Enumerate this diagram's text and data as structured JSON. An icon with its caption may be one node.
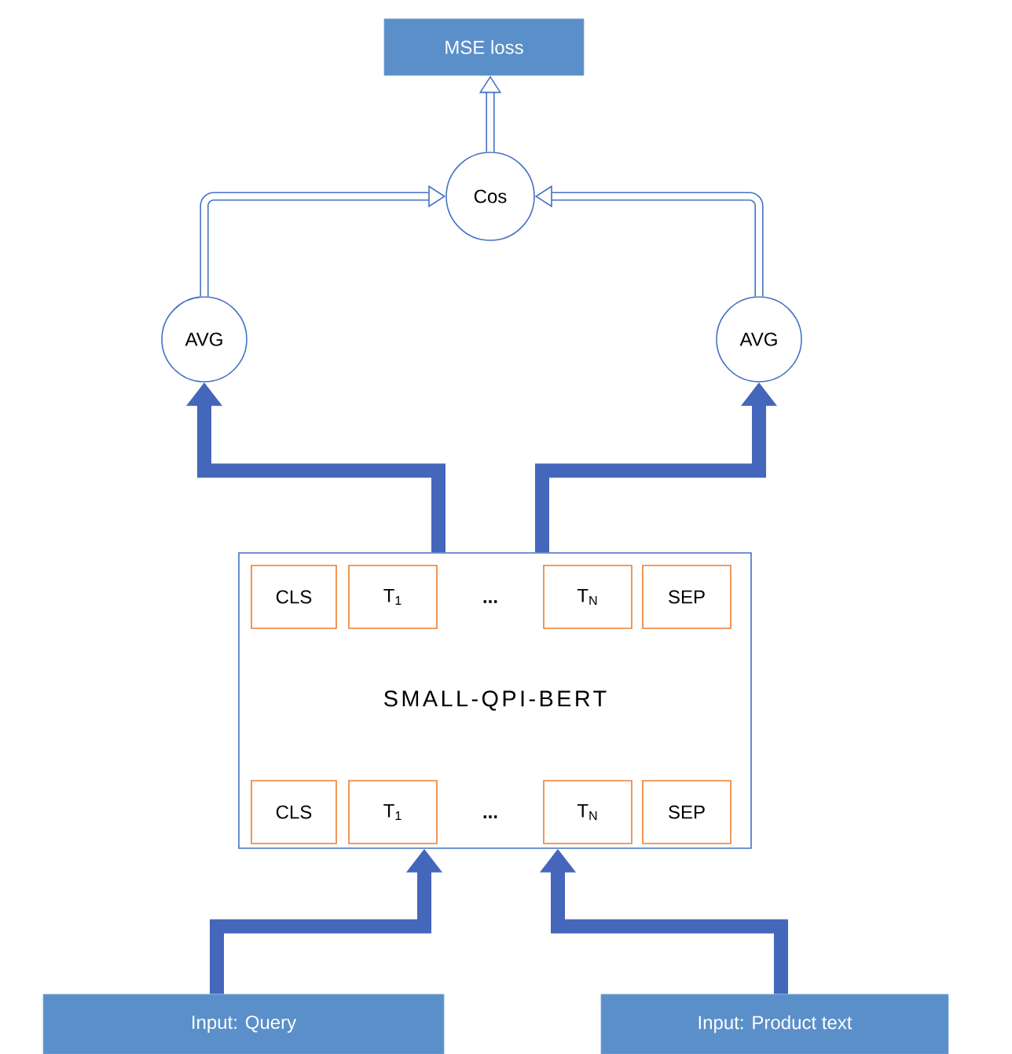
{
  "diagram": {
    "nodes": [
      {
        "text": [
          "MSE loss"
        ]
      },
      {
        "text": [
          "Cos"
        ]
      },
      {
        "text": [
          "AVG"
        ]
      },
      {
        "text": [
          "AVG"
        ]
      },
      {
        "text": [
          "SMALL-QPI-BERT"
        ]
      },
      {
        "text": [
          "CLS"
        ],
        "in": 4
      },
      {
        "text": [
          "T$_{1}$"
        ],
        "in": 4
      },
      {
        "text": [
          "T$_{N}$"
        ],
        "in": 4
      },
      {
        "text": [
          "SEP"
        ],
        "in": 4
      },
      {
        "text": [
          "CLS"
        ],
        "in": 4
      },
      {
        "text": [
          "T$_{1}$"
        ],
        "in": 4
      },
      {
        "text": [
          "T$_{N}$"
        ],
        "in": 4
      },
      {
        "text": [
          "SEP"
        ],
        "in": 4
      },
      {
        "text": [
          "Input: Query"
        ]
      },
      {
        "text": [
          "Input: Product text"
        ]
      }
    ],
    "edges": [
      {
        "from": 1,
        "to": 0,
        "arrow": "to"
      },
      {
        "from": 2,
        "to": 1,
        "arrow": "to"
      },
      {
        "from": 3,
        "to": 1,
        "arrow": "to"
      },
      {
        "from": 4,
        "to": 2,
        "arrow": "to"
      },
      {
        "from": 4,
        "to": 3,
        "arrow": "to"
      },
      {
        "from": 13,
        "to": 4,
        "arrow": "to"
      },
      {
        "from": 14,
        "to": 4,
        "arrow": "to"
      }
    ],
    "labels": [
      "...",
      "..."
    ]
  }
}
